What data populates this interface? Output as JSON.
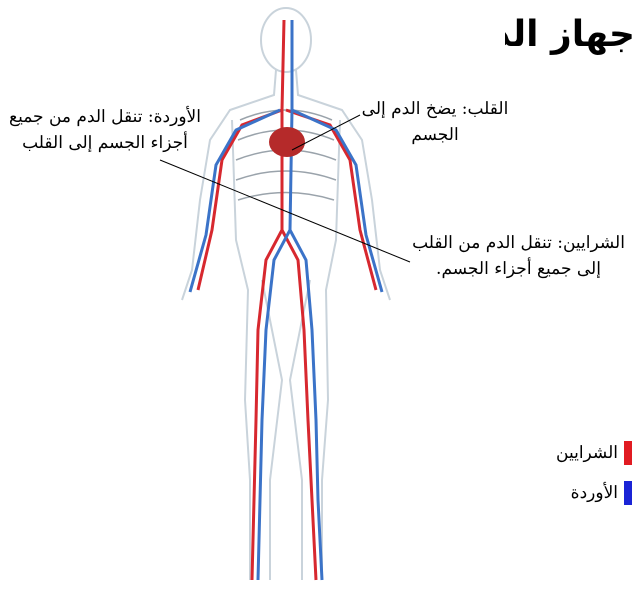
{
  "title": "جهاز الدوراني",
  "labels": {
    "veins": "الأوردة: تنقل الدم من جميع أجزاء الجسم إلى القلب",
    "heart": "القلب: يضخ الدم إلى الجسم",
    "arteries": "الشرايين: تنقل الدم من القلب إلى جميع أجزاء الجسم."
  },
  "legend": [
    {
      "label": "الشرايين",
      "color": "#e11b22"
    },
    {
      "label": "الأوردة",
      "color": "#1a24d6"
    }
  ],
  "colors": {
    "artery": "#d7282f",
    "vein": "#3b73c8",
    "body": "#d6dde3"
  }
}
